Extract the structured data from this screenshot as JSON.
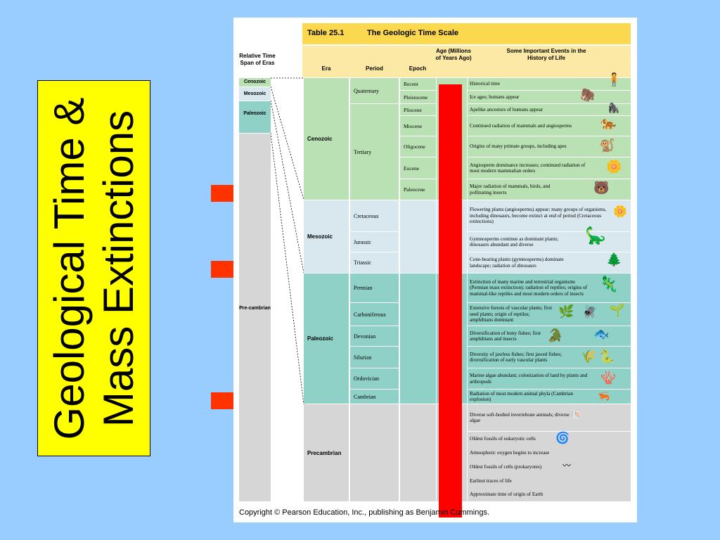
{
  "slide": {
    "title_line1": "Geological Time &",
    "title_line2": "Mass Extinctions"
  },
  "table": {
    "number": "Table 25.1",
    "name": "The Geologic Time Scale",
    "columns": {
      "relative": "Relative Time Span of Eras",
      "era": "Era",
      "period": "Period",
      "epoch": "Epoch",
      "age": "Age (Millions of Years Ago)",
      "events": "Some Important Events in the History of Life"
    },
    "relative_eras": [
      "Cenozoic",
      "Mesozoic",
      "Paleozoic",
      "Pre-cambrian"
    ],
    "eras": [
      "Cenozoic",
      "Mesozoic",
      "Paleozoic",
      "Precambrian"
    ],
    "periods": [
      "Quaternary",
      "Tertiary",
      "Cretaceous",
      "Jurassic",
      "Triassic",
      "Permian",
      "Carboniferous",
      "Devonian",
      "Silurian",
      "Ordovician",
      "Cambrian"
    ],
    "epochs": [
      "Recent",
      "Pleistocene",
      "Pliocene",
      "Miocene",
      "Oligocene",
      "Eocene",
      "Paleocene"
    ],
    "events": [
      "Historical time",
      "Ice ages; humans appear",
      "Apelike ancestors of humans appear",
      "Continued radiation of mammals and angiosperms",
      "Origins of many primate groups, including apes",
      "Angiosperm dominance increases; continued radiation of most modern mammalian orders",
      "Major radiation of mammals, birds, and pollinating insects",
      "Flowering plants (angiosperms) appear; many groups of organisms, including dinosaurs, become extinct at end of period (Cretaceous extinctions)",
      "Gymnosperms continue as dominant plants; dinosaurs abundant and diverse",
      "Cone-bearing plants (gymnosperms) dominate landscape; radiation of dinosaurs",
      "Extinction of many marine and terrestrial organisms (Permian mass extinction); radiation of reptiles; origins of mammal-like reptiles and most modern orders of insects",
      "Extensive forests of vascular plants; first seed plants; origin of reptiles; amphibians dominant",
      "Diversification of bony fishes; first amphibians and insects",
      "Diversity of jawless fishes; first jawed fishes; diversification of early vascular plants",
      "Marine algae abundant; colonization of land by plants and arthropods",
      "Radiation of most modern animal phyla (Cambrian explosion)",
      "Diverse soft-bodied invertebrate animals; diverse algae",
      "Oldest fossils of eukaryotic cells",
      "Atmospheric oxygen begins to increase",
      "Oldest fossils of cells (prokaryotes)",
      "Earliest traces of life",
      "Approximate time of origin of Earth"
    ]
  },
  "copyright": "Copyright © Pearson Education, Inc., publishing as Benjamin Cummings.",
  "colors": {
    "background": "#99ccff",
    "title_box": "#ffff00",
    "arrow": "#ff3300",
    "red_bar": "#ff0000",
    "cenozoic": "#b9e1b3",
    "mesozoic": "#d8e8ee",
    "paleozoic": "#8fd1c6",
    "precambrian": "#d6d6d6"
  }
}
